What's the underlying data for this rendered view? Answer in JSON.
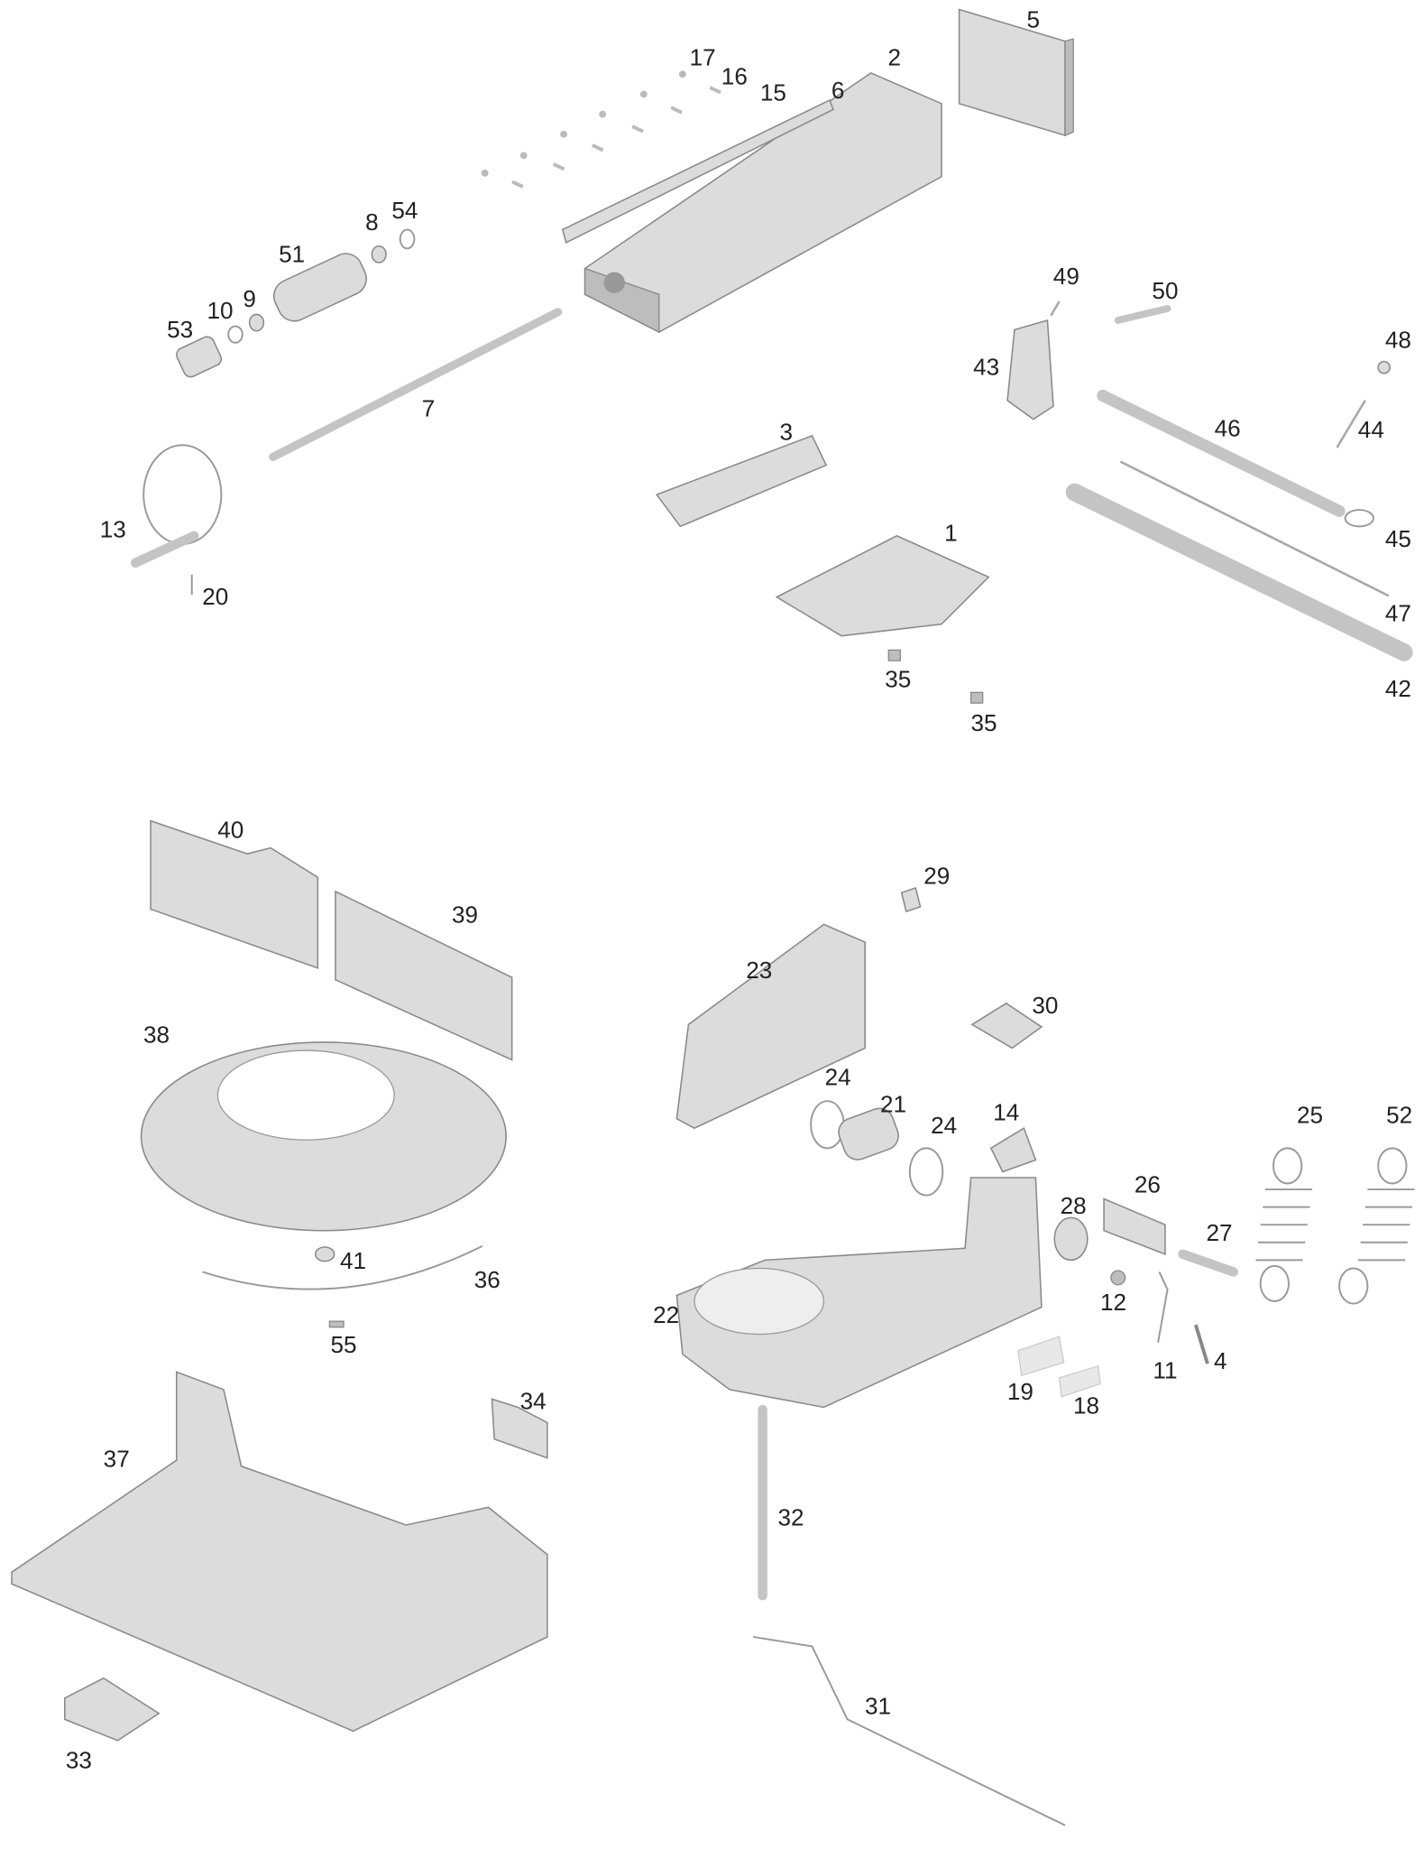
{
  "diagram": {
    "type": "exploded-parts-view",
    "part_labels": [
      "5",
      "2",
      "17",
      "16",
      "15",
      "6",
      "54",
      "8",
      "51",
      "10",
      "9",
      "53",
      "7",
      "49",
      "50",
      "48",
      "43",
      "46",
      "44",
      "3",
      "13",
      "20",
      "1",
      "45",
      "47",
      "35",
      "35",
      "42",
      "40",
      "29",
      "39",
      "23",
      "30",
      "38",
      "24",
      "21",
      "14",
      "24",
      "25",
      "52",
      "26",
      "28",
      "27",
      "41",
      "36",
      "12",
      "22",
      "55",
      "11",
      "4",
      "19",
      "18",
      "34",
      "37",
      "32",
      "31",
      "33"
    ]
  }
}
